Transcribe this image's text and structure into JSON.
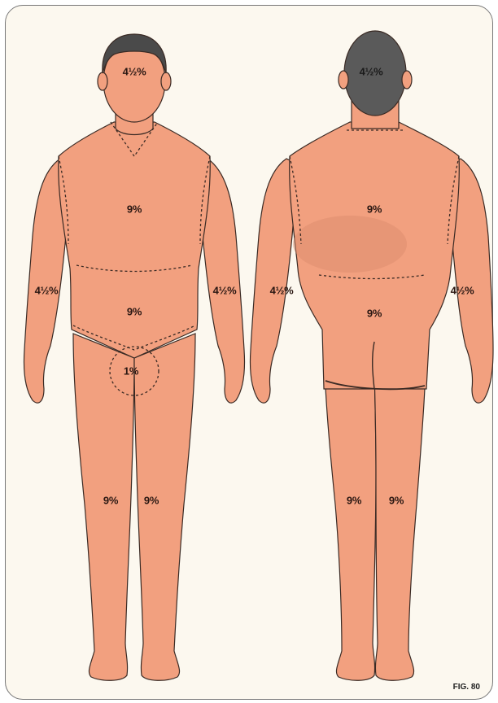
{
  "figure_label": "FIG. 80",
  "colors": {
    "skin": "#f2a07f",
    "hair": "#4a4a4a",
    "outline": "#3a2a24",
    "background": "#fcf8ef"
  },
  "front": {
    "head": "4½%",
    "chest": "9%",
    "abdomen": "9%",
    "right_arm": "4½%",
    "left_arm": "4½%",
    "genitals": "1%",
    "right_leg": "9%",
    "left_leg": "9%"
  },
  "back": {
    "head": "4½%",
    "upper_back": "9%",
    "lower_back": "9%",
    "left_arm": "4½%",
    "right_arm": "4½%",
    "left_leg": "9%",
    "right_leg": "9%"
  }
}
